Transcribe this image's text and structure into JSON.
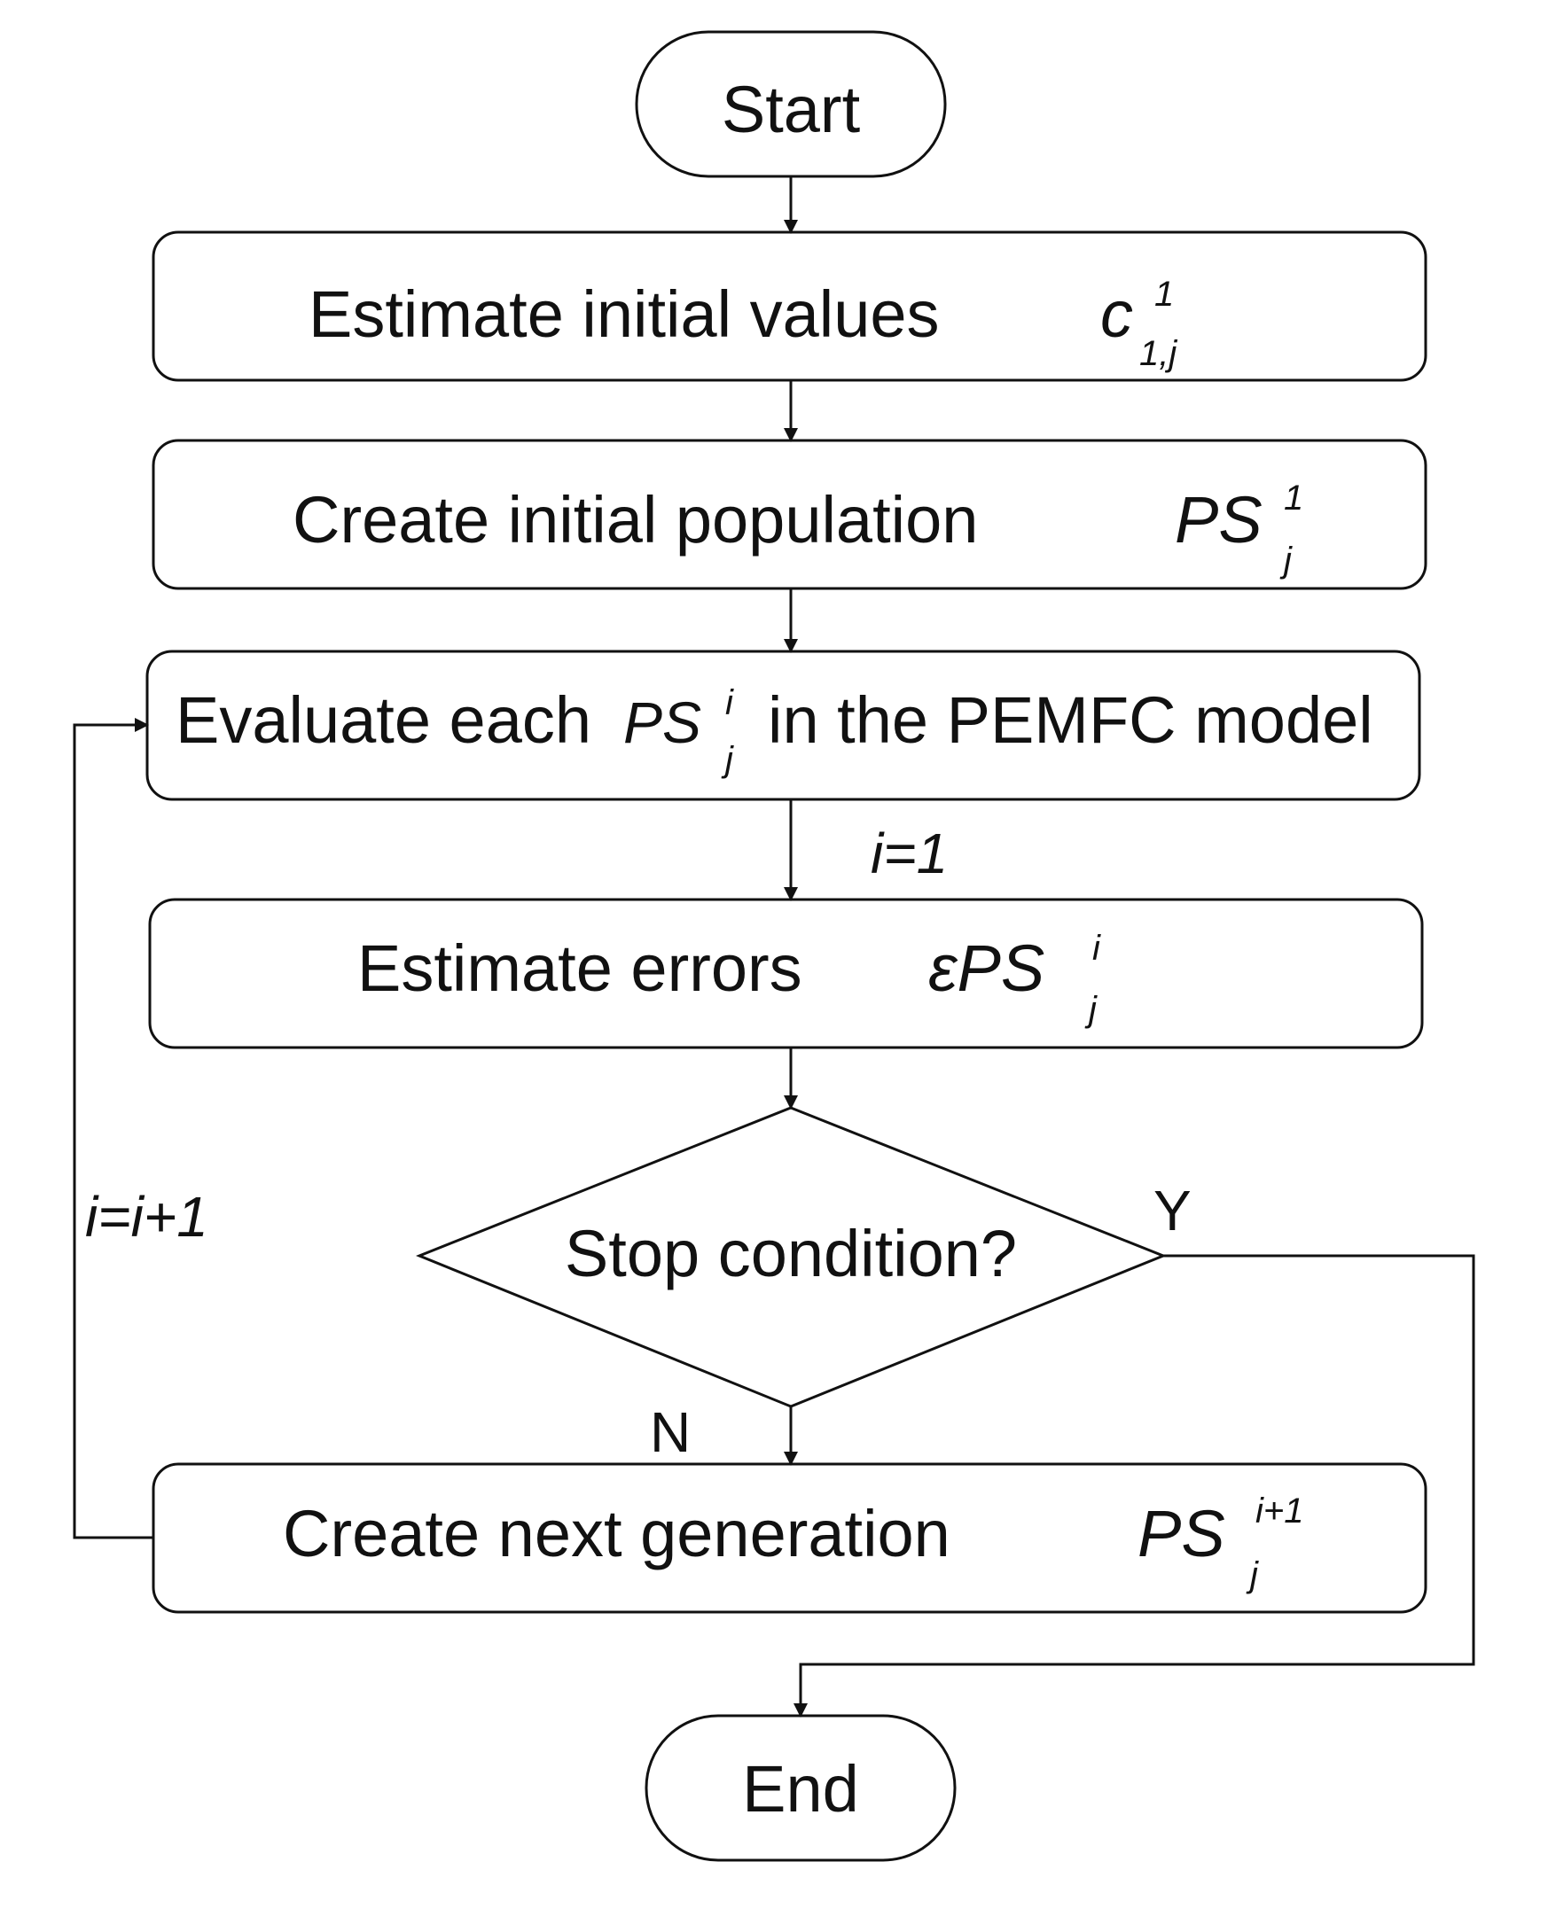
{
  "nodes": {
    "start": "Start",
    "estimate_initial": {
      "text": "Estimate initial values",
      "symbol": "c",
      "sup": "1",
      "sub": "1,j"
    },
    "create_initial": {
      "text": "Create initial population",
      "symbol": "PS",
      "sup": "1",
      "sub": "j"
    },
    "evaluate": {
      "text_before": "Evaluate each",
      "symbol": "PS",
      "sup": "i",
      "sub": "j",
      "text_after": "in the PEMFC model"
    },
    "estimate_errors": {
      "text": "Estimate errors",
      "symbol": "εPS",
      "sup": "i",
      "sub": "j"
    },
    "decision": "Stop condition?",
    "next_generation": {
      "text": "Create next generation",
      "symbol": "PS",
      "sup": "i+1",
      "sub": "j"
    },
    "end": "End"
  },
  "labels": {
    "i_init": "i=1",
    "i_increment": "i=i+1",
    "yes": "Y",
    "no": "N"
  }
}
